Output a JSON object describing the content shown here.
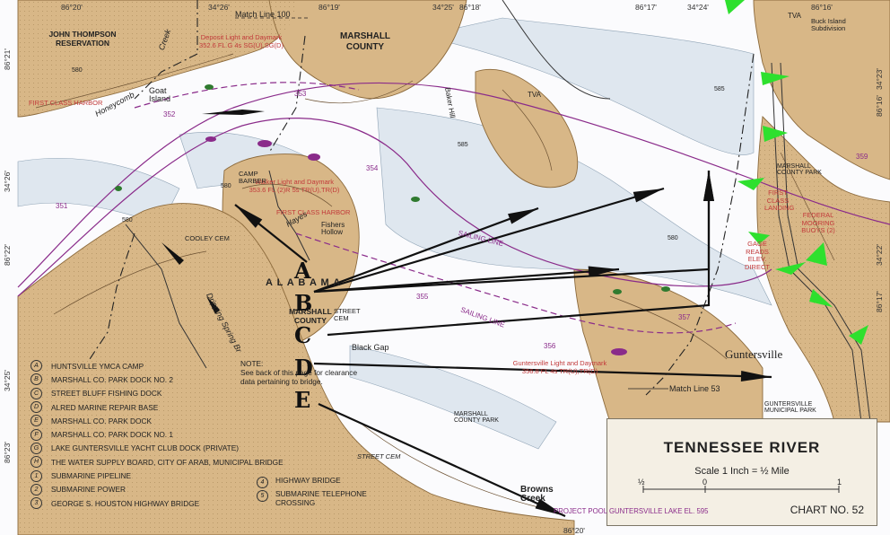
{
  "coords": {
    "top": [
      "86°20'",
      "34°26'",
      "86°19'",
      "34°25'",
      "86°18'",
      "86°17'",
      "34°24'",
      "86°16'"
    ],
    "left": [
      "86°21'",
      "34°26'",
      "86°22'",
      "34°25'",
      "86°23'"
    ],
    "right": [
      "34°23'",
      "86°16'",
      "34°22'",
      "86°17'"
    ],
    "bottom": [
      "86°20'"
    ]
  },
  "map_labels": {
    "match_line_100": "Match Line 100",
    "match_line_53": "Match Line 53",
    "john_thompson": "JOHN THOMPSON RESERVATION",
    "marshall_county_n": "MARSHALL COUNTY",
    "marshall_county_c": "MARSHALL COUNTY",
    "alabama": "A L A B A M A",
    "honeycomb": "Honeycomb",
    "creek": "Creek",
    "goat_island": "Goat Island",
    "first_class_harbor_w": "FIRST CLASS HARBOR",
    "first_class_harbor_c": "FIRST CLASS HARBOR",
    "first_class_harbor_e": "FIRST CLASS LANDING",
    "deposit_light": "Deposit Light and Daymark 352.6 FL G 4s SG(U),SG(D)",
    "walker_light": "Walker Light and Daymark 353.6 FL (2)R 5s TR(U),TR(D)",
    "guntersville_light": "Guntersville Light and Daymark 356.8 FL 4s TR(U),TR(D)",
    "camp_barber": "CAMP BARBER",
    "cooley_cem": "COOLEY CEM",
    "street_cem": "STREET CEM",
    "street_cem2": "STREET CEM",
    "black_gap": "Black Gap",
    "fishers_hollow": "Fishers Hollow",
    "hayes": "Hayes",
    "dripping_spring": "Dripping Spring Br",
    "guntersville": "Guntersville",
    "browns_creek": "Browns Creek",
    "marshall_county_park": "MARSHALL COUNTY PARK",
    "marshall_county_park2": "MARSHALL COUNTY PARK",
    "guntersville_park": "GUNTERSVILLE MUNICIPAL PARK",
    "buck_island": "Buck Island Subdivision",
    "tva": "TVA",
    "baker_hill": "Baker Hill",
    "tva2": "TVA",
    "federal_mooring": "FEDERAL MOORING BUOYS (2)",
    "gage_reads": "GAGE READS ELEV. DIRECT",
    "sailing_line": "SAILING LINE",
    "sailing_line2": "SAILING LINE",
    "mile_352": "352",
    "mile_353": "353",
    "mile_354": "354",
    "mile_355": "355",
    "mile_356": "356",
    "mile_357": "357",
    "mile_359": "359",
    "mile_351": "351",
    "depth_a": "580",
    "depth_b": "580",
    "depth_c": "585",
    "depth_d": "580",
    "depth_e": "580",
    "depth_f": "585"
  },
  "arrow_letters": [
    "A",
    "B",
    "C",
    "D",
    "E"
  ],
  "note": {
    "title": "NOTE:",
    "line1": "See back of this page for clearance",
    "line2": "data pertaining to bridge."
  },
  "legend": [
    {
      "key": "A",
      "label": "HUNTSVILLE YMCA CAMP"
    },
    {
      "key": "B",
      "label": "MARSHALL CO. PARK DOCK NO. 2"
    },
    {
      "key": "C",
      "label": "STREET BLUFF FISHING DOCK"
    },
    {
      "key": "D",
      "label": "ALRED MARINE REPAIR BASE"
    },
    {
      "key": "E",
      "label": "MARSHALL CO. PARK DOCK"
    },
    {
      "key": "F",
      "label": "MARSHALL CO. PARK DOCK NO. 1"
    },
    {
      "key": "G",
      "label": "LAKE GUNTERSVILLE YACHT CLUB DOCK (PRIVATE)"
    },
    {
      "key": "H",
      "label": "THE WATER SUPPLY BOARD, CITY OF ARAB, MUNICIPAL BRIDGE"
    },
    {
      "key": "1",
      "label": "SUBMARINE PIPELINE"
    },
    {
      "key": "2",
      "label": "SUBMARINE POWER"
    },
    {
      "key": "3",
      "label": "GEORGE S. HOUSTON HIGHWAY BRIDGE"
    }
  ],
  "legend2": [
    {
      "key": "4",
      "label": "HIGHWAY BRIDGE"
    },
    {
      "key": "5",
      "label": "SUBMARINE TELEPHONE CROSSING"
    }
  ],
  "title_box": {
    "title": "TENNESSEE RIVER",
    "scale": "Scale 1 Inch = ½ Mile",
    "scale_left": "½",
    "scale_mid": "0",
    "scale_right": "1",
    "pool": "PROJECT POOL GUNTERSVILLE LAKE EL. 595",
    "chart_no": "CHART NO. 52"
  },
  "colors": {
    "land": "#d8b787",
    "land_stroke": "#8c6a3c",
    "water": "#fbfbfd",
    "shallow": "#dfe7ef",
    "channel": "#8a2b8a",
    "arrow": "#111111",
    "green_marker": "#2ee02e"
  }
}
